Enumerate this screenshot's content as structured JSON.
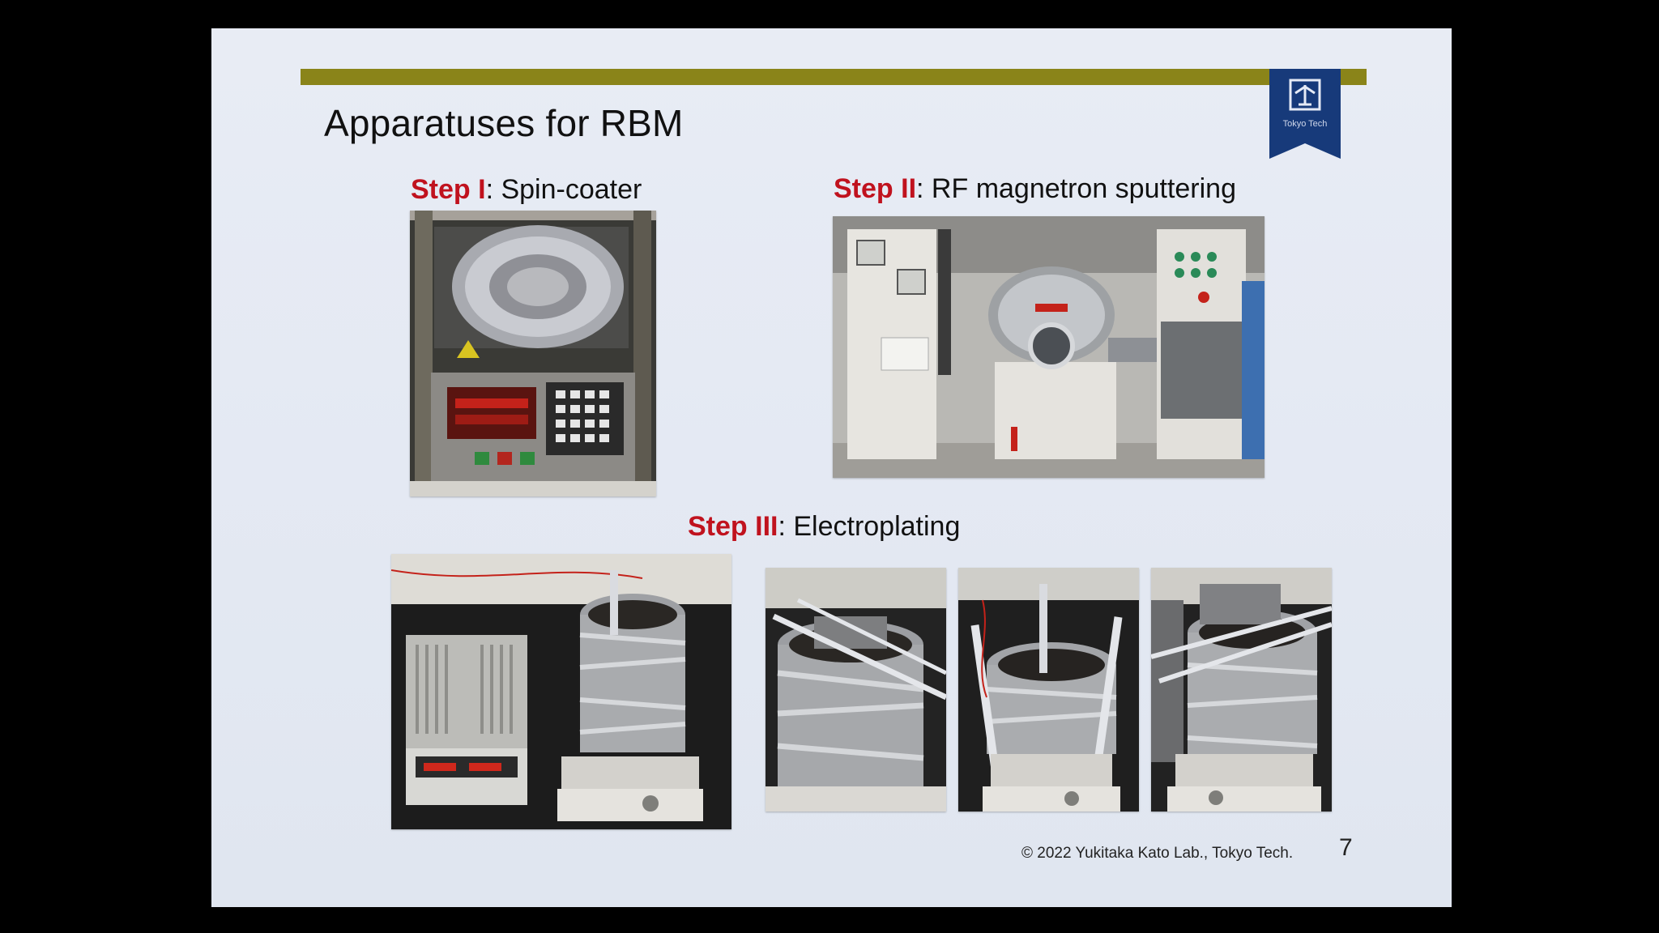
{
  "slide": {
    "title": "Apparatuses for RBM",
    "logo": {
      "text": "Tokyo Tech",
      "color": "#173a7a"
    },
    "accent_bar_color": "#8a8419",
    "steps": [
      {
        "label": "Step I",
        "caption": ": Spin-coater"
      },
      {
        "label": "Step II",
        "caption": ": RF magnetron sputtering"
      },
      {
        "label": "Step III",
        "caption": ": Electroplating"
      }
    ],
    "photos": [
      {
        "subject": "spin-coater-photo"
      },
      {
        "subject": "rf-magnetron-sputtering-photo"
      },
      {
        "subject": "electroplating-power-supply-photo"
      },
      {
        "subject": "electroplating-bath-photo-1"
      },
      {
        "subject": "electroplating-bath-photo-2"
      },
      {
        "subject": "electroplating-bath-photo-3"
      }
    ],
    "footer": {
      "copyright": "© 2022 Yukitaka Kato Lab., Tokyo Tech.",
      "page_number": "7"
    },
    "colors": {
      "step_label": "#c0121e",
      "background": "#e6eaf3"
    }
  }
}
